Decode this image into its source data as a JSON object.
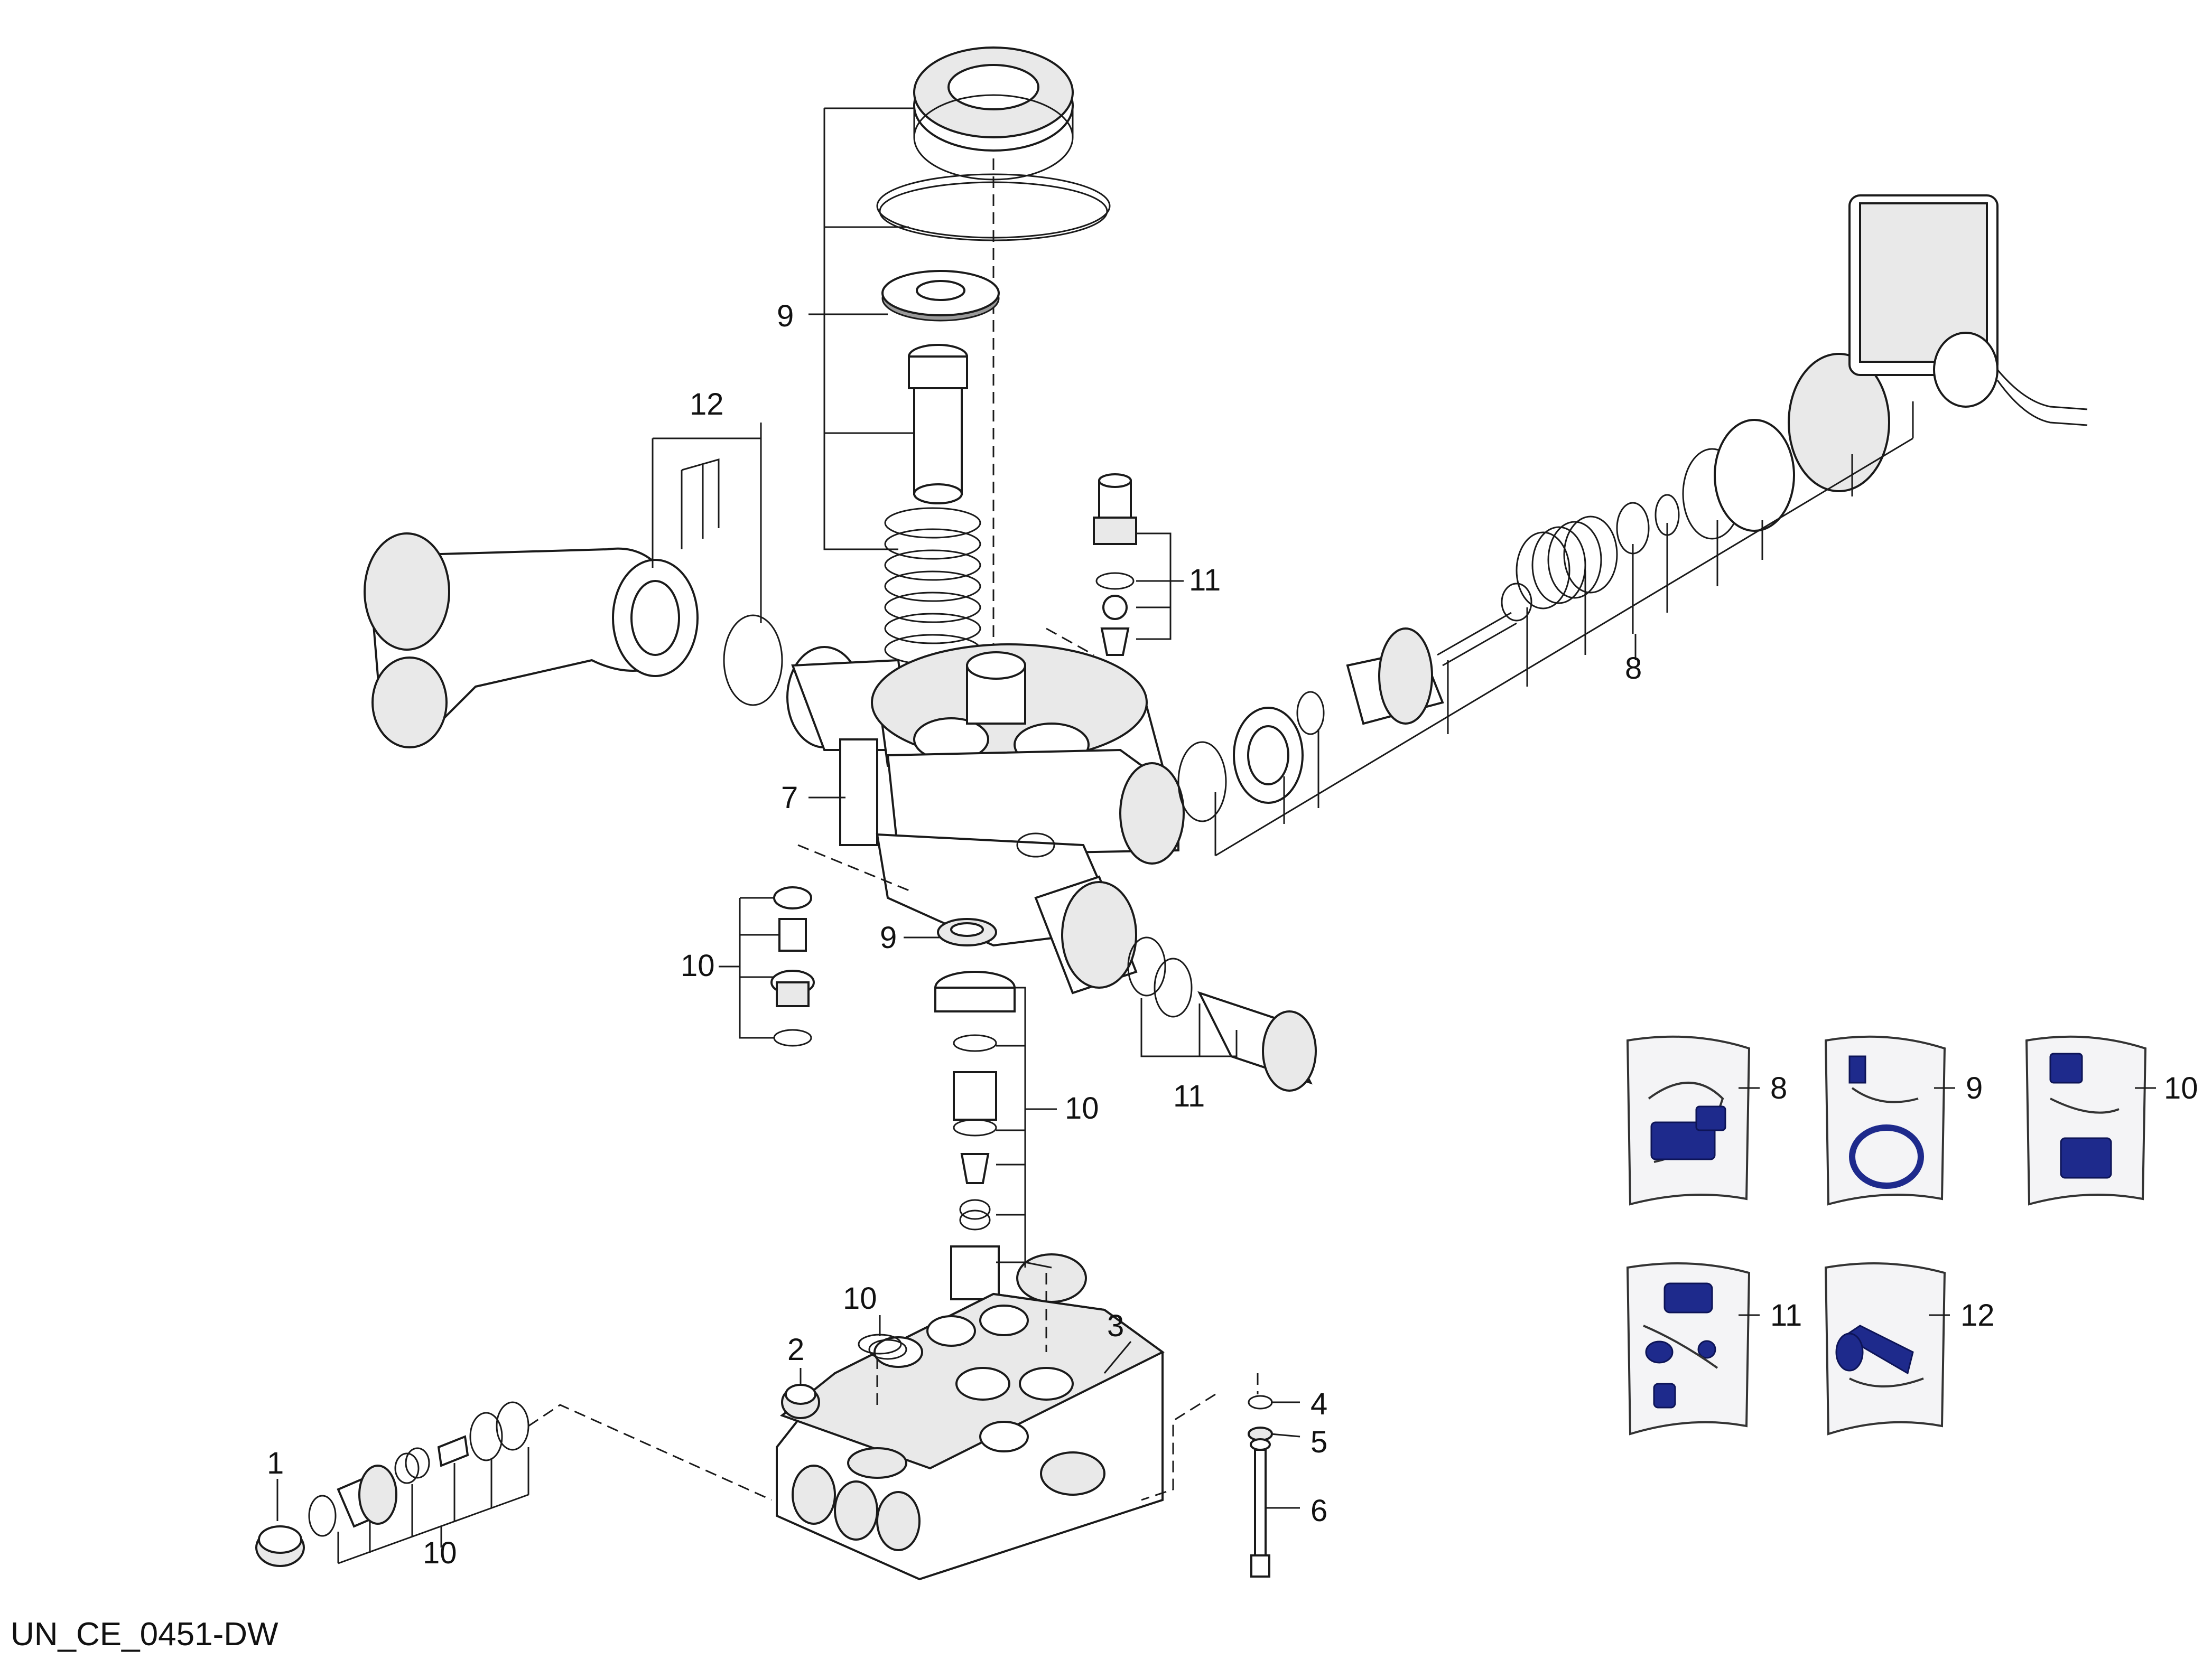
{
  "drawing_code": "UN_CE_0451-DW",
  "callouts": {
    "c1": "1",
    "c2": "2",
    "c3": "3",
    "c4": "4",
    "c5": "5",
    "c6": "6",
    "c7": "7",
    "c8": "8",
    "c9_top": "9",
    "c9_mid": "9",
    "c10_left": "10",
    "c10_mid": "10",
    "c10_ring": "10",
    "c10_bottom": "10",
    "c11_top": "11",
    "c11_bottom": "11",
    "c12": "12"
  },
  "kits": [
    {
      "label": "8",
      "icon": "repair-kit-8-icon"
    },
    {
      "label": "9",
      "icon": "seal-kit-9-icon"
    },
    {
      "label": "10",
      "icon": "valve-kit-10-icon"
    },
    {
      "label": "11",
      "icon": "injector-kit-11-icon"
    },
    {
      "label": "12",
      "icon": "manifold-kit-12-icon"
    }
  ]
}
